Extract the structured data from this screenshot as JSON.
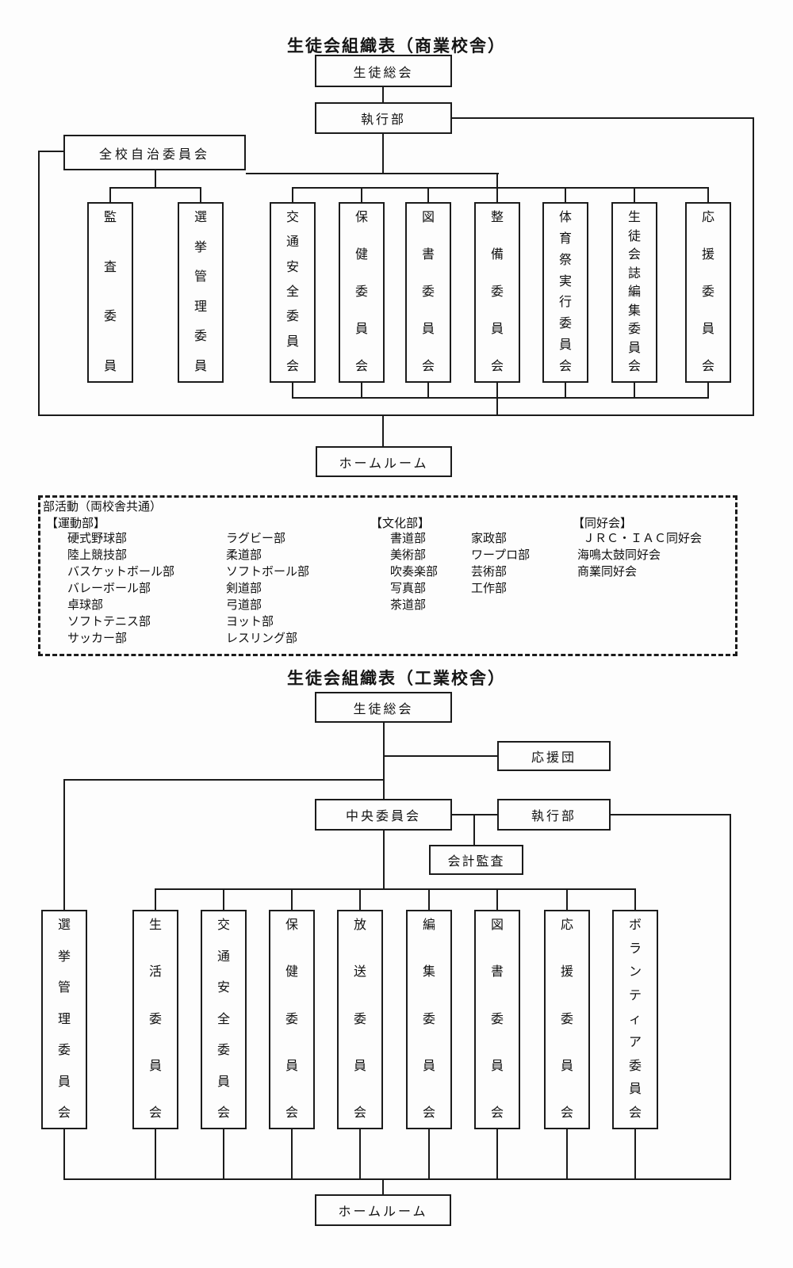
{
  "chart1": {
    "title": "生徒会組織表（商業校舎）",
    "nodes": {
      "soukai": "生徒総会",
      "shikkoubu": "執行部",
      "jichi": "全校自治委員会",
      "homeroom": "ホームルーム"
    },
    "sub_committees": [
      "監査委員",
      "選挙管理委員"
    ],
    "committees": [
      "交通安全委員会",
      "保健委員会",
      "図書委員会",
      "整備委員会",
      "体育祭実行委員会",
      "生徒会誌編集委員会",
      "応援委員会"
    ]
  },
  "clubs": {
    "header": "部活動（両校舎共通）",
    "sports_label": "【運動部】",
    "sports_col1": [
      "硬式野球部",
      "陸上競技部",
      "バスケットボール部",
      "バレーボール部",
      "卓球部",
      "ソフトテニス部",
      "サッカー部"
    ],
    "sports_col2": [
      "ラグビー部",
      "柔道部",
      "ソフトボール部",
      "剣道部",
      "弓道部",
      "ヨット部",
      "レスリング部"
    ],
    "culture_label": "【文化部】",
    "culture_col1": [
      "書道部",
      "美術部",
      "吹奏楽部",
      "写真部",
      "茶道部"
    ],
    "culture_col2": [
      "家政部",
      "ワープロ部",
      "芸術部",
      "工作部"
    ],
    "doukou_label": "【同好会】",
    "doukou_col": [
      "ＪＲＣ・ＩＡＣ同好会",
      "海鳴太鼓同好会",
      "商業同好会"
    ]
  },
  "chart2": {
    "title": "生徒会組織表（工業校舎）",
    "nodes": {
      "soukai": "生徒総会",
      "ouendan": "応援団",
      "chuuou": "中央委員会",
      "shikkoubu": "執行部",
      "kaikei": "会計監査",
      "homeroom": "ホームルーム"
    },
    "committees": [
      "選挙管理委員会",
      "生活委員会",
      "交通安全委員会",
      "保健委員会",
      "放送委員会",
      "編集委員会",
      "図書委員会",
      "応援委員会",
      "ボランティア委員会"
    ]
  }
}
